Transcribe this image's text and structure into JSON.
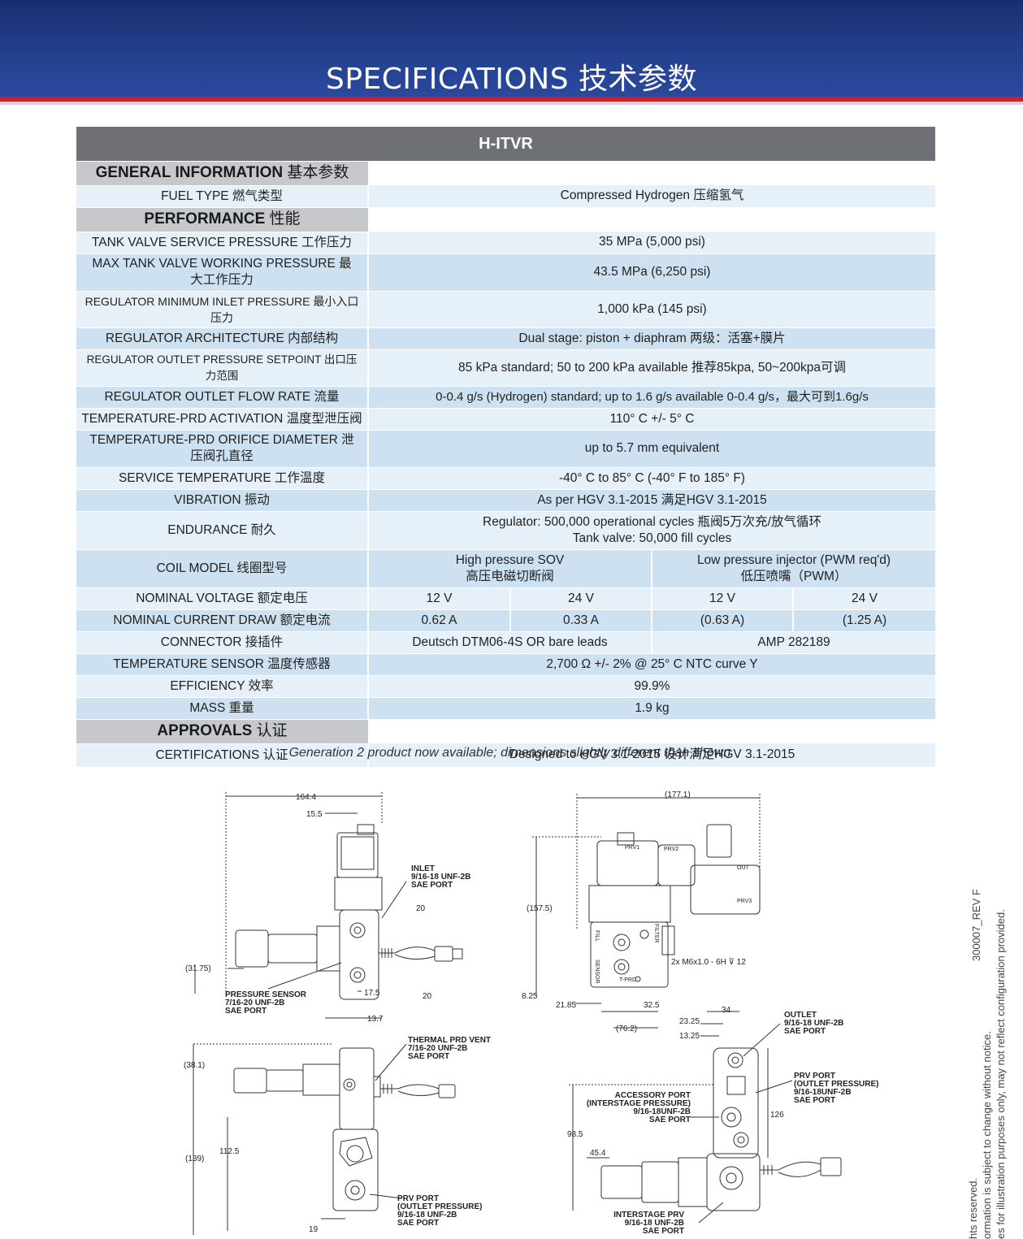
{
  "header": {
    "title": "SPECIFICATIONS  技术参数"
  },
  "table": {
    "product": "H-ITVR",
    "sections": {
      "general": {
        "label_en": "GENERAL INFORMATION",
        "label_cn": "基本参数"
      },
      "performance": {
        "label_en": "PERFORMANCE",
        "label_cn": "性能"
      },
      "approvals": {
        "label_en": "APPROVALS",
        "label_cn": "认证"
      }
    },
    "rows": {
      "fuel_type": {
        "label": "FUEL TYPE 燃气类型",
        "value": "Compressed Hydrogen  压缩氢气"
      },
      "tank_service_pressure": {
        "label": "TANK VALVE SERVICE PRESSURE 工作压力",
        "value": "35 MPa (5,000 psi)"
      },
      "max_working_pressure": {
        "label": "MAX TANK VALVE WORKING PRESSURE 最大工作压力",
        "value": "43.5 MPa (6,250 psi)"
      },
      "min_inlet_pressure": {
        "label": "REGULATOR MINIMUM INLET PRESSURE 最小入口压力",
        "value": "1,000 kPa (145 psi)"
      },
      "architecture": {
        "label": "REGULATOR ARCHITECTURE 内部结构",
        "value": "Dual stage: piston + diaphram  两级：活塞+膜片"
      },
      "outlet_setpoint": {
        "label": "REGULATOR OUTLET PRESSURE SETPOINT 出口压力范围",
        "value": "85 kPa standard; 50 to 200 kPa available  推荐85kpa, 50~200kpa可调"
      },
      "outlet_flow": {
        "label": "REGULATOR OUTLET FLOW RATE 流量",
        "value": "0-0.4 g/s (Hydrogen) standard; up to 1.6 g/s available  0-0.4 g/s，最大可到1.6g/s"
      },
      "prd_activation": {
        "label": "TEMPERATURE-PRD ACTIVATION 温度型泄压阀",
        "value": "110° C  +/- 5° C"
      },
      "prd_orifice": {
        "label": "TEMPERATURE-PRD ORIFICE DIAMETER 泄压阀孔直径",
        "value": "up to 5.7 mm equivalent"
      },
      "service_temp": {
        "label": "SERVICE TEMPERATURE 工作温度",
        "value": "-40° C to 85° C (-40° F to 185° F)"
      },
      "vibration": {
        "label": "VIBRATION 振动",
        "value": "As per HGV 3.1-2015  满足HGV 3.1-2015"
      },
      "endurance": {
        "label": "ENDURANCE 耐久",
        "value_line1": "Regulator: 500,000 operational cycles  瓶阀5万次充/放气循环",
        "value_line2": "Tank valve: 50,000 fill cycles"
      },
      "coil_model": {
        "label": "COIL MODEL 线圈型号",
        "sov_en": "High pressure SOV",
        "sov_cn": "高压电磁切断阀",
        "inj_en": "Low pressure injector (PWM req'd)",
        "inj_cn": "低压喷嘴（PWM）"
      },
      "nominal_voltage": {
        "label": "NOMINAL VOLTAGE 额定电压",
        "values": [
          "12 V",
          "24 V",
          "12 V",
          "24 V"
        ]
      },
      "nominal_current": {
        "label": "NOMINAL CURRENT DRAW 额定电流",
        "values": [
          "0.62 A",
          "0.33 A",
          "(0.63 A)",
          "(1.25 A)"
        ]
      },
      "connector": {
        "label": "CONNECTOR 接插件",
        "sov": "Deutsch DTM06-4S OR bare leads",
        "inj": "AMP 282189"
      },
      "temp_sensor": {
        "label": "TEMPERATURE SENSOR 温度传感器",
        "value": "2,700 Ω +/- 2% @ 25° C NTC curve Y"
      },
      "efficiency": {
        "label": "EFFICIENCY 效率",
        "value": "99.9%"
      },
      "mass": {
        "label": "MASS 重量",
        "value": "1.9 kg"
      },
      "certifications": {
        "label": "CERTIFICATIONS 认证",
        "value": "Designed to HGV 3.1-2015 设计满足HGV 3.1-2015"
      }
    }
  },
  "note": "Generation 2 product now available; dimensions slightly different than shown.",
  "drawing": {
    "dims": {
      "d164": "164.4",
      "d15": "15.5",
      "d20a": "20",
      "d20b": "20",
      "d3175": "(31.75)",
      "d175": "17.5",
      "d137": "13.7",
      "d381": "(38.1)",
      "d139": "(139)",
      "d1125": "112.5",
      "d19": "19",
      "d1771": "(177.1)",
      "d1575": "(157.5)",
      "d825": "8.25",
      "d2185": "21.85",
      "d325": "32.5",
      "d762": "(76.2)",
      "d34": "34",
      "d2325": "23.25",
      "d1325": "13.25",
      "d126": "126",
      "d985": "98.5",
      "d454": "45.4"
    },
    "callouts": {
      "inlet": [
        "INLET",
        "9/16-18 UNF-2B",
        "SAE PORT"
      ],
      "pressure_sensor": [
        "PRESSURE SENSOR",
        "7/16-20 UNF-2B",
        "SAE PORT"
      ],
      "thermal_prd": [
        "THERMAL PRD VENT",
        "7/16-20 UNF-2B",
        "SAE PORT"
      ],
      "prv_port_a": [
        "PRV PORT",
        "(OUTLET PRESSURE)",
        "9/16-18 UNF-2B",
        "SAE PORT"
      ],
      "outlet": [
        "OUTLET",
        "9/16-18 UNF-2B",
        "SAE PORT"
      ],
      "prv_port_b": [
        "PRV PORT",
        "(OUTLET PRESSURE)",
        "9/16-18UNF-2B",
        "SAE PORT"
      ],
      "accessory": [
        "ACCESSORY PORT",
        "(INTERSTAGE PRESSURE)",
        "9/16-18UNF-2B",
        "SAE PORT"
      ],
      "interstage": [
        "INTERSTAGE PRV",
        "9/16-18 UNF-2B",
        "SAE PORT"
      ],
      "mount": "2x M6x1.0 - 6H ⊽ 12"
    },
    "part_labels": {
      "prv1": "PRV1",
      "prv2": "PRV2",
      "out": "OUT",
      "prv3": "PRV3",
      "fill": "FILL",
      "filter": "FILTER",
      "sensor": "SENSOR",
      "tprd": "T-PRD"
    }
  },
  "side": {
    "doc_id": "300007_REV F",
    "line1": "es for illustration purposes only, may not reflect configuration provided.",
    "line2": "ormation is subject to change without notice.",
    "line3": "hts reserved."
  }
}
